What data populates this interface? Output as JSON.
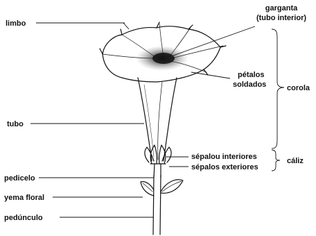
{
  "labels": {
    "limbo": "limbo",
    "garganta": "garganta",
    "garganta_sub": "(tubo interior)",
    "petalos": "pétalos",
    "soldados": "soldados",
    "corola": "corola",
    "tubo": "tubo",
    "sepalos_interiores": "sépalou interiores",
    "sepalos_exteriores": "sépalos exteriores",
    "caliz": "cáliz",
    "pedicelo": "pedicelo",
    "yema_floral": "yema floral",
    "pedunculo": "pedúnculo"
  },
  "colors": {
    "ink": "#111111",
    "background": "#ffffff"
  }
}
